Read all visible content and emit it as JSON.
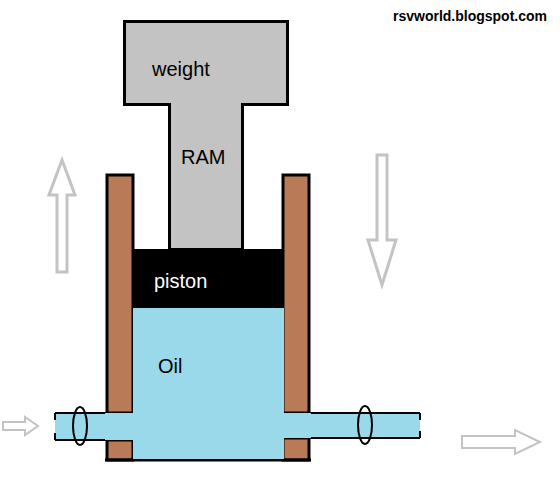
{
  "diagram": {
    "nodes": [
      {
        "text": [
          "weight"
        ]
      },
      {
        "text": [
          "RAM"
        ]
      },
      {
        "text": [
          "piston"
        ]
      },
      {
        "text": [
          "Oil"
        ]
      }
    ],
    "labels": [
      "rsvworld.blogspot.com"
    ]
  }
}
